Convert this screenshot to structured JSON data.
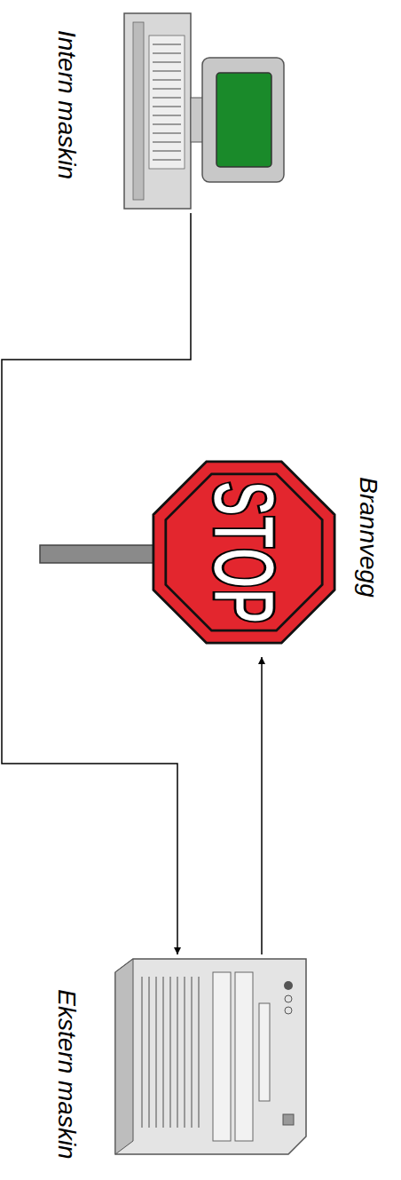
{
  "diagram": {
    "nodes": [
      {
        "text": [
          "Intern maskin"
        ]
      },
      {
        "text": [
          "Brannvegg",
          "STOP"
        ]
      },
      {
        "text": [
          "Ekstern maskin"
        ]
      }
    ],
    "edges": [
      {
        "from": 0,
        "to": 2,
        "arrow": "to"
      },
      {
        "from": 2,
        "to": 1,
        "arrow": "to"
      }
    ]
  }
}
